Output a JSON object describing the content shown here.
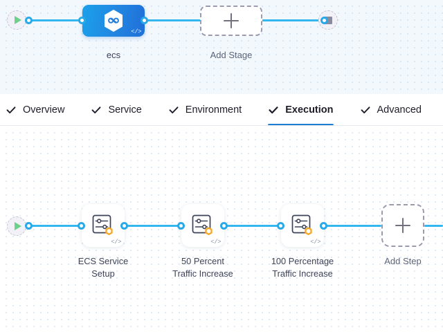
{
  "colors": {
    "edge": "#34b6ee",
    "dot_border": "#2aa9e8",
    "active_tab_underline": "#1d7fd4",
    "stage_node_gradient_from": "#1ba0ea",
    "stage_node_gradient_to": "#1f6fd8",
    "badge_orange": "#f5a623",
    "play_green": "#6fd08c",
    "stop_gray": "#8b8ba0",
    "stage_canvas_bg": "#f3f8fd",
    "step_canvas_bg": "#ffffff",
    "grid_dot": "#cfe3f5"
  },
  "stage_canvas": {
    "start_node": {
      "icon": "play-icon",
      "label": ""
    },
    "stage_node": {
      "label": "ecs",
      "icon": "harness-hexagon-icon",
      "code_glyph": "</>"
    },
    "add_stage": {
      "label": "Add Stage",
      "icon": "plus-icon"
    },
    "stop_node": {
      "icon": "stop-square-icon"
    }
  },
  "tabs": [
    {
      "label": "Overview",
      "icon": "check-icon",
      "active": false
    },
    {
      "label": "Service",
      "icon": "check-icon",
      "active": false
    },
    {
      "label": "Environment",
      "icon": "check-icon",
      "active": false
    },
    {
      "label": "Execution",
      "icon": "check-icon",
      "active": true
    },
    {
      "label": "Advanced",
      "icon": "check-icon",
      "active": false
    }
  ],
  "step_canvas": {
    "start_node": {
      "icon": "play-icon"
    },
    "steps": [
      {
        "label": "ECS Service\nSetup",
        "icon": "step-config-icon",
        "badge_icon": "orange-hexagon-badge",
        "code_glyph": "</>"
      },
      {
        "label": "50 Percent\nTraffic Increase",
        "icon": "step-config-icon",
        "badge_icon": "orange-hexagon-badge",
        "code_glyph": "</>"
      },
      {
        "label": "100 Percentage\nTraffic Increase",
        "icon": "step-config-icon",
        "badge_icon": "orange-hexagon-badge",
        "code_glyph": "</>"
      }
    ],
    "add_step": {
      "label": "Add Step",
      "icon": "plus-icon"
    }
  }
}
